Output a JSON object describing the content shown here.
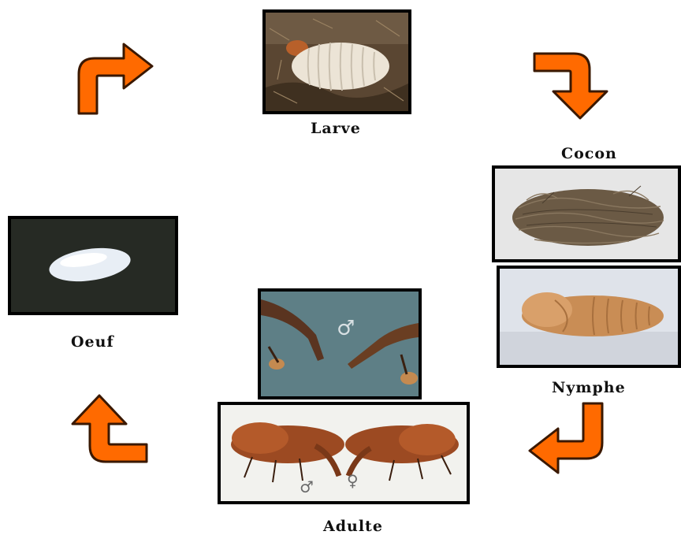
{
  "stages": {
    "larve": "Larve",
    "cocon": "Cocon",
    "nymphe": "Nymphe",
    "adulte": "Adulte",
    "oeuf": "Oeuf"
  },
  "symbols": {
    "male": "♂",
    "female": "♀"
  },
  "colors": {
    "arrow_fill": "#ff6a00",
    "arrow_stroke": "#3a1800"
  }
}
